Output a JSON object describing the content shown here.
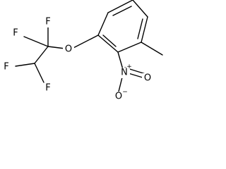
{
  "atoms": {
    "f_top": "F",
    "f_left": "F",
    "f_bottom_left": "F",
    "f_bottom": "F",
    "o_ether": "O",
    "n_nitro": "N",
    "o_nitro_right": "O",
    "o_nitro_bottom": "O"
  },
  "charges": {
    "n_nitro": "+",
    "o_nitro_bottom": "−"
  }
}
